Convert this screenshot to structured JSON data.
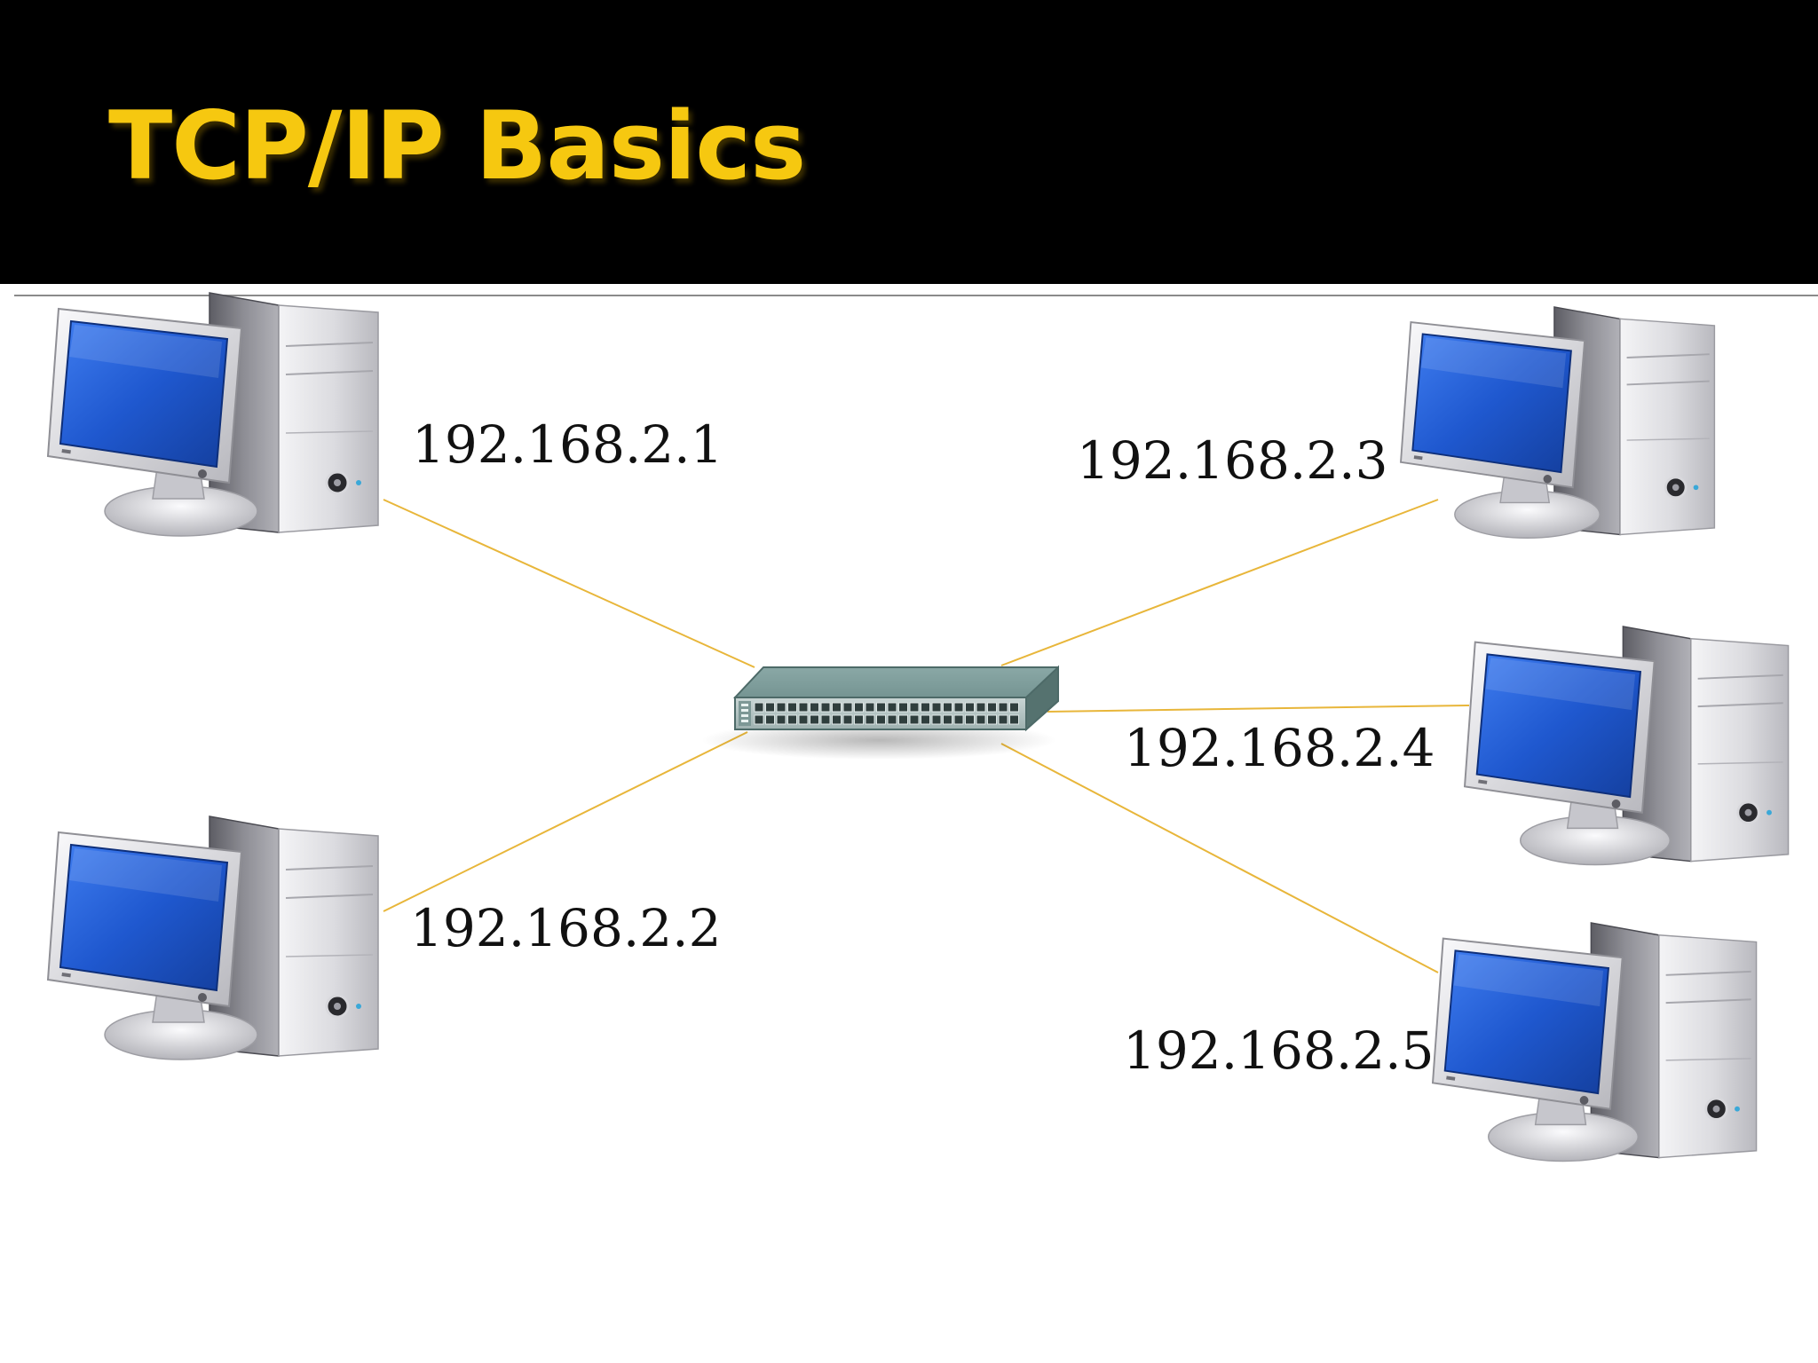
{
  "slide": {
    "title": "TCP/IP Basics"
  },
  "diagram": {
    "hub": {
      "icon": "network-switch-icon"
    },
    "hosts": [
      {
        "id": "pc1",
        "ip": "192.168.2.1",
        "icon": "desktop-computer-icon"
      },
      {
        "id": "pc2",
        "ip": "192.168.2.2",
        "icon": "desktop-computer-icon"
      },
      {
        "id": "pc3",
        "ip": "192.168.2.3",
        "icon": "desktop-computer-icon"
      },
      {
        "id": "pc4",
        "ip": "192.168.2.4",
        "icon": "desktop-computer-icon"
      },
      {
        "id": "pc5",
        "ip": "192.168.2.5",
        "icon": "desktop-computer-icon"
      }
    ],
    "link_color": "#e8b63a"
  },
  "colors": {
    "title_text": "#f6c810",
    "title_background": "#000000",
    "screen": "#1a4fc0"
  }
}
